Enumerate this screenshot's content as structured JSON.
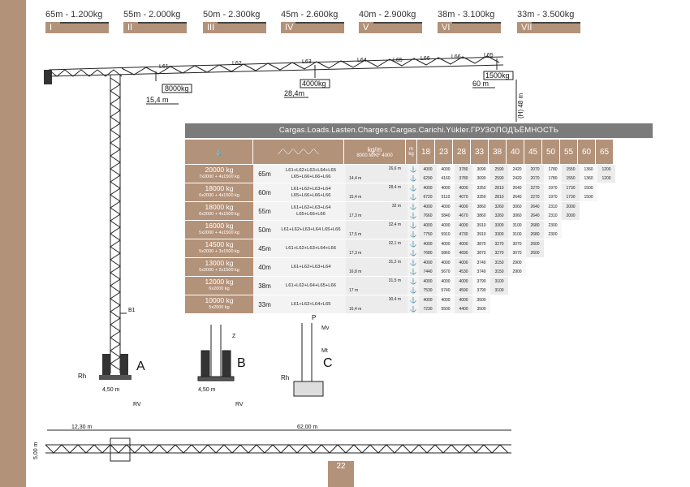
{
  "configs": [
    {
      "label": "65m - 1.200kg",
      "roman": "I"
    },
    {
      "label": "55m - 2.000kg",
      "roman": "II"
    },
    {
      "label": "50m - 2.300kg",
      "roman": "III"
    },
    {
      "label": "45m - 2.600kg",
      "roman": "IV"
    },
    {
      "label": "40m - 2.900kg",
      "roman": "V"
    },
    {
      "label": "38m - 3.100kg",
      "roman": "VI"
    },
    {
      "label": "33m - 3.500kg",
      "roman": "VII"
    }
  ],
  "crane": {
    "segments": [
      "L61",
      "L62",
      "L63",
      "L64",
      "L65",
      "L66",
      "L66",
      "L65"
    ],
    "loads": [
      "8000kg",
      "4000kg",
      "1500kg"
    ],
    "distances": [
      "15,4 m",
      "28,4m",
      "60 m"
    ],
    "height": "(H) 48 m",
    "b1": "B1",
    "labels": [
      "A",
      "B",
      "C"
    ],
    "rh": "Rh",
    "rv": "RV",
    "base": "4,50 m",
    "z": "Z",
    "p": "P",
    "mv": "Mv",
    "mt": "Mt",
    "bottom_left_dim": "12,30 m",
    "bottom_right_dim": "62,00 m",
    "bottom_height": "5,00 m"
  },
  "table": {
    "title": "Cargas.Loads.Lasten.Charges.Cargas.Carichi.Yükler.ГРУЗОПОДЪЁМНОСТЬ",
    "head_kg": "kg/m",
    "head_kg_sub": "8000 M/KF 4000",
    "head_m": "m",
    "head_kg2": "kg",
    "distances": [
      "18",
      "23",
      "28",
      "33",
      "38",
      "40",
      "45",
      "50",
      "55",
      "60",
      "65"
    ],
    "rows": [
      {
        "load": "20000 kg",
        "sub": "7x2000 + 4x1500 kg",
        "jib": "65m",
        "cfg": "L61+L62+L63+L64+L65 L65+L66+L66+L66",
        "p1": "26,6 m",
        "p2": "14,4 m",
        "r1": [
          "4000",
          "4000",
          "3780",
          "3090",
          "2590",
          "2420",
          "2070",
          "1780",
          "1550",
          "1360",
          "1200"
        ],
        "r2": [
          "6290",
          "4160",
          "3780",
          "3090",
          "2590",
          "2420",
          "2070",
          "1780",
          "1550",
          "1360",
          "1200"
        ]
      },
      {
        "load": "18000 kg",
        "sub": "6x2000 + 4x1500 kg",
        "jib": "60m",
        "cfg": "L61+L62+L63+L64 L65+L66+L66+L66",
        "p1": "28,4 m",
        "p2": "15,4 m",
        "r1": [
          "4000",
          "4000",
          "4000",
          "3350",
          "2810",
          "2640",
          "2270",
          "1970",
          "1730",
          "1500",
          ""
        ],
        "r2": [
          "6720",
          "5110",
          "4070",
          "3350",
          "2810",
          "2640",
          "2270",
          "1970",
          "1730",
          "1500",
          ""
        ]
      },
      {
        "load": "18000 kg",
        "sub": "6x2000 + 4x1500 kg",
        "jib": "55m",
        "cfg": "L61+L62+L63+L64 L65+L66+L66",
        "p1": "32 m",
        "p2": "17,3 m",
        "r1": [
          "4000",
          "4000",
          "4000",
          "3860",
          "3260",
          "3060",
          "2640",
          "2310",
          "2000",
          "",
          ""
        ],
        "r2": [
          "7660",
          "5840",
          "4670",
          "3860",
          "3260",
          "3060",
          "2640",
          "2310",
          "2000",
          "",
          ""
        ]
      },
      {
        "load": "16000 kg",
        "sub": "5x2000 + 4x1500 kg",
        "jib": "50m",
        "cfg": "L61+L62+L63+L64 L65+L66",
        "p1": "32,4 m",
        "p2": "17,5 m",
        "r1": [
          "4000",
          "4000",
          "4000",
          "3910",
          "3300",
          "3100",
          "2680",
          "2300",
          "",
          "",
          ""
        ],
        "r2": [
          "7750",
          "5910",
          "4730",
          "3910",
          "3300",
          "3100",
          "2680",
          "2300",
          "",
          "",
          ""
        ]
      },
      {
        "load": "14500 kg",
        "sub": "5x2000 + 3x1500 kg",
        "jib": "45m",
        "cfg": "L61+L62+L63+L64+L66",
        "p1": "32,1 m",
        "p2": "17,3 m",
        "r1": [
          "4000",
          "4000",
          "4000",
          "3870",
          "3270",
          "3070",
          "2600",
          "",
          "",
          "",
          ""
        ],
        "r2": [
          "7680",
          "5860",
          "4690",
          "3870",
          "3270",
          "3070",
          "2600",
          "",
          "",
          "",
          ""
        ]
      },
      {
        "load": "13000 kg",
        "sub": "5x2000 + 2x1500 kg",
        "jib": "40m",
        "cfg": "L61+L62+L63+L64",
        "p1": "31,2 m",
        "p2": "16,8 m",
        "r1": [
          "4000",
          "4000",
          "4000",
          "3740",
          "3150",
          "2900",
          "",
          "",
          "",
          "",
          ""
        ],
        "r2": [
          "7440",
          "5670",
          "4530",
          "3740",
          "3150",
          "2900",
          "",
          "",
          "",
          "",
          ""
        ]
      },
      {
        "load": "12000 kg",
        "sub": "6x2000 kg",
        "jib": "38m",
        "cfg": "L61+L62+L64+L65+L66",
        "p1": "31,5 m",
        "p2": "17 m",
        "r1": [
          "4000",
          "4000",
          "4000",
          "3790",
          "3100",
          "",
          "",
          "",
          "",
          "",
          ""
        ],
        "r2": [
          "7530",
          "5740",
          "4590",
          "3790",
          "3100",
          "",
          "",
          "",
          "",
          "",
          ""
        ]
      },
      {
        "load": "10000 kg",
        "sub": "5x2000 kg",
        "jib": "33m",
        "cfg": "L61+L62+L64+L65",
        "p1": "30,4 m",
        "p2": "16,4 m",
        "r1": [
          "4000",
          "4000",
          "4000",
          "3500",
          "",
          "",
          "",
          "",
          "",
          "",
          ""
        ],
        "r2": [
          "7230",
          "5500",
          "4400",
          "3500",
          "",
          "",
          "",
          "",
          "",
          "",
          ""
        ]
      }
    ]
  },
  "page_number": "22"
}
